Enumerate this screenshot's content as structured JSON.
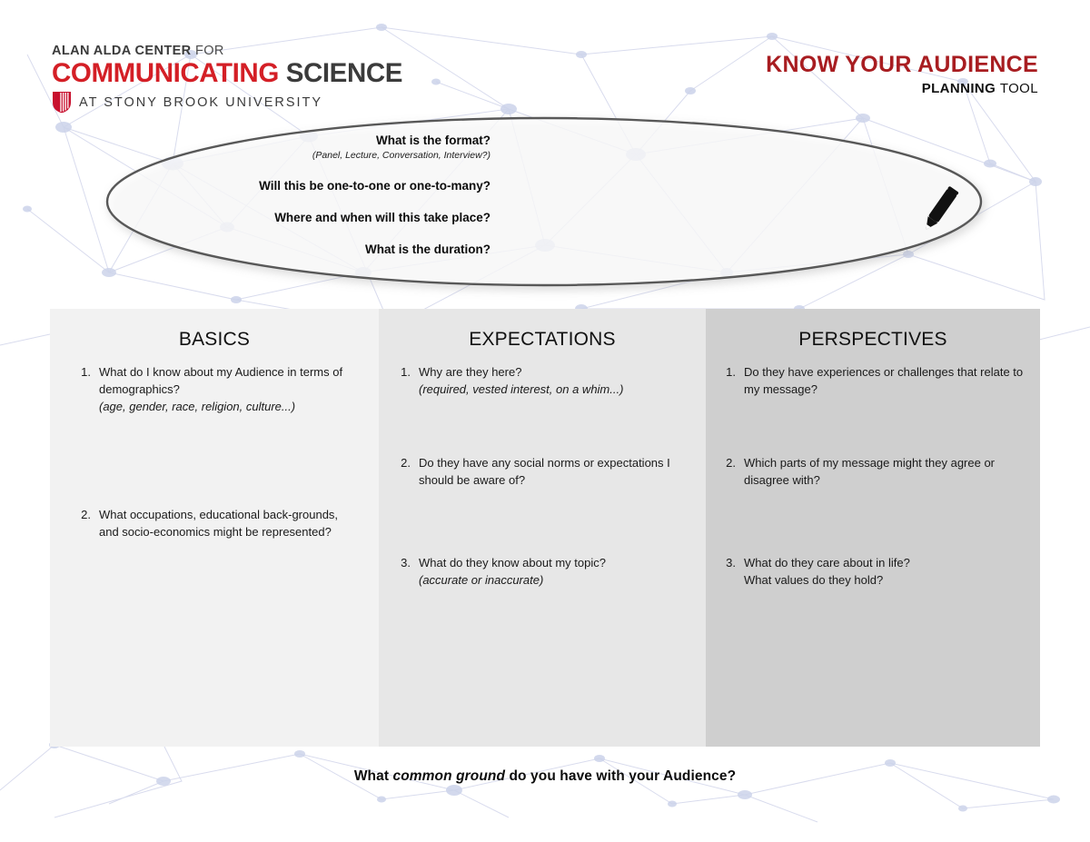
{
  "logo": {
    "line1_bold": "ALAN ALDA CENTER",
    "line1_light": "FOR",
    "line2_red": "COMMUNICATING",
    "line2_dark": "SCIENCE",
    "line3": "AT STONY BROOK UNIVERSITY",
    "shield_icon": "stony-brook-shield-icon",
    "brand_red": "#d41f26",
    "brand_dark": "#3b3b3b"
  },
  "title": {
    "main": "KNOW YOUR AUDIENCE",
    "sub_bold": "PLANNING",
    "sub_light": "TOOL",
    "main_color": "#a81d21"
  },
  "oval": {
    "questions": [
      {
        "text": "What is the format?",
        "sub": "(Panel, Lecture, Conversation, Interview?)"
      },
      {
        "text": "Will this be one-to-one or one-to-many?",
        "sub": ""
      },
      {
        "text": "Where and when will this take place?",
        "sub": ""
      },
      {
        "text": "What is the duration?",
        "sub": ""
      }
    ],
    "pencil_icon": "pencil-icon",
    "stroke_color": "#595959"
  },
  "columns": [
    {
      "id": "basics",
      "heading": "BASICS",
      "background": "#f2f2f2",
      "items": [
        {
          "num": "1.",
          "lines": [
            {
              "text": "What do I know about my Audience in terms of demographics?",
              "italic": false
            },
            {
              "text": "(age, gender, race, religion, culture...)",
              "italic": true
            }
          ]
        },
        {
          "num": "2.",
          "lines": [
            {
              "text": "What occupations, educational back-grounds, and socio-economics might be represented?",
              "italic": false
            }
          ]
        }
      ]
    },
    {
      "id": "expectations",
      "heading": "EXPECTATIONS",
      "background": "#e7e7e7",
      "items": [
        {
          "num": "1.",
          "lines": [
            {
              "text": "Why are they here?",
              "italic": false
            },
            {
              "text": "(required, vested interest, on a whim...)",
              "italic": true
            }
          ]
        },
        {
          "num": "2.",
          "lines": [
            {
              "text": "Do they have any social norms or expectations I should be aware of?",
              "italic": false
            }
          ]
        },
        {
          "num": "3.",
          "lines": [
            {
              "text": "What do they know about my topic?",
              "italic": false
            },
            {
              "text": "(accurate or inaccurate)",
              "italic": true
            }
          ]
        }
      ]
    },
    {
      "id": "perspectives",
      "heading": "PERSPECTIVES",
      "background": "#cfcfcf",
      "items": [
        {
          "num": "1.",
          "lines": [
            {
              "text": "Do they have experiences or challenges that relate to my message?",
              "italic": false
            }
          ]
        },
        {
          "num": "2.",
          "lines": [
            {
              "text": "Which parts of my message might they agree or disagree with?",
              "italic": false
            }
          ]
        },
        {
          "num": "3.",
          "lines": [
            {
              "text": "What do they care about in life?",
              "italic": false
            },
            {
              "text": "What values do they hold?",
              "italic": false
            }
          ]
        }
      ]
    }
  ],
  "footer": {
    "prefix": "What ",
    "emphasis": "common ground",
    "suffix": " do you have with your Audience?"
  }
}
